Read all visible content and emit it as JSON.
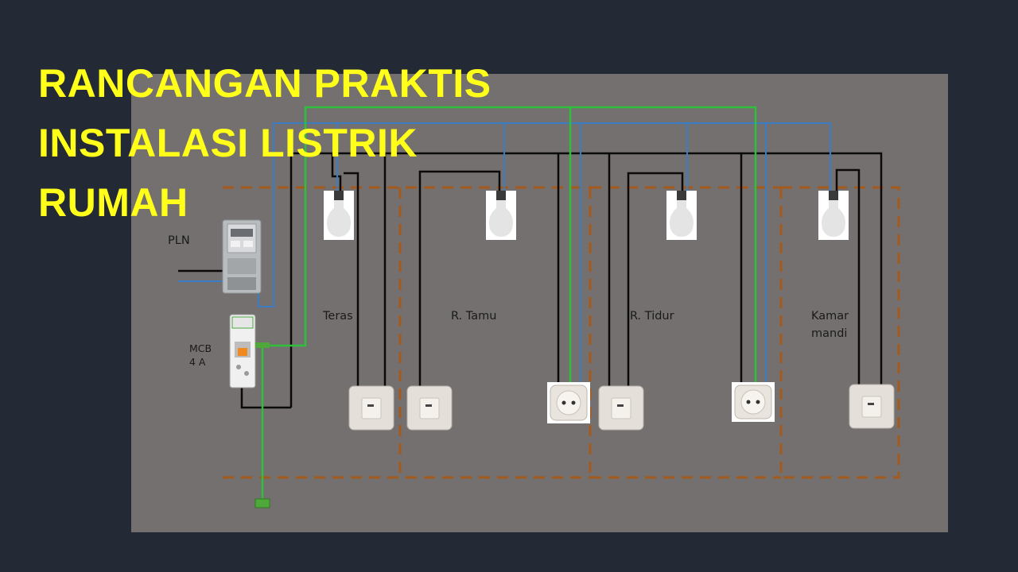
{
  "title": {
    "line1": "RANCANGAN PRAKTIS",
    "line2": "INSTALASI LISTRIK",
    "line3": "RUMAH"
  },
  "labels": {
    "pln": "PLN",
    "mcb_line1": "MCB",
    "mcb_line2": "4 A",
    "room_teras": "Teras",
    "room_tamu": "R. Tamu",
    "room_tidur": "R. Tidur",
    "room_kamar_line1": "Kamar",
    "room_kamar_line2": "mandi"
  },
  "colors": {
    "background": "#232a36",
    "board": "#757070",
    "title": "#ffff1a",
    "wire_phase": "#000000",
    "wire_neutral": "#3b7dc4",
    "wire_ground": "#2fbf3a",
    "room_border": "#a35a1c"
  },
  "icons": [
    "kwh-meter-icon",
    "mcb-breaker-icon",
    "light-bulb-icon",
    "wall-switch-icon",
    "power-socket-icon",
    "ground-rod-icon"
  ]
}
